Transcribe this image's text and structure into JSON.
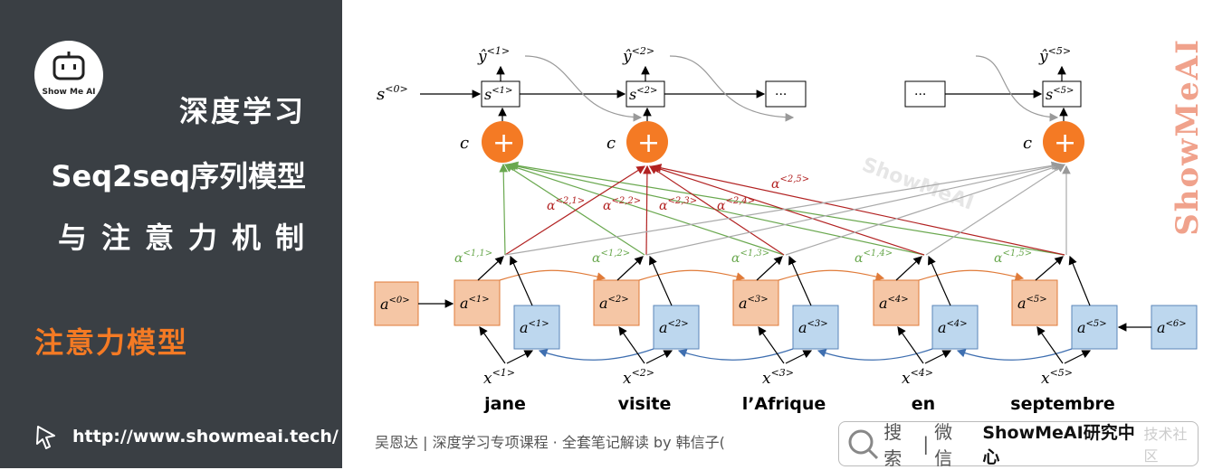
{
  "sidebar": {
    "logo_text": "Show Me AI",
    "title_line1": "深度学习",
    "title_line2": "Seq2seq序列模型",
    "title_line3": "与注意力机制",
    "section": "注意力模型",
    "url": "http://www.showmeai.tech/"
  },
  "footer": {
    "credit": "吴恩达 | 深度学习专项课程 · 全套笔记解读  by 韩信子(",
    "search_label": "搜索",
    "divider": "|",
    "wechat_label": "微信",
    "brand": "ShowMeAI研究中心",
    "faint_text": "技术社区"
  },
  "watermark": {
    "vertical": "ShowMeAI",
    "diagonal": "ShowMeAI"
  },
  "diagram": {
    "s0": "s",
    "s0_sup": "<0>",
    "s_nodes": [
      {
        "base": "s",
        "sup": "<1>"
      },
      {
        "base": "s",
        "sup": "<2>"
      },
      {
        "base": "s",
        "sup": "<5>"
      }
    ],
    "ellipsis": "···",
    "y_hats": [
      {
        "base": "ŷ",
        "sup": "<1>"
      },
      {
        "base": "ŷ",
        "sup": "<2>"
      },
      {
        "base": "ŷ",
        "sup": "<5>"
      }
    ],
    "context_label": "c",
    "plus_symbol": "+",
    "forward_acts": [
      "<1>",
      "<2>",
      "<3>",
      "<4>",
      "<5>"
    ],
    "backward_acts": [
      "<1>",
      "<2>",
      "<3>",
      "<4>",
      "<5>"
    ],
    "a0_sup": "<0>",
    "a6_sup": "<6>",
    "a_base": "a",
    "inputs": [
      {
        "base": "x",
        "sup": "<1>",
        "word": "jane"
      },
      {
        "base": "x",
        "sup": "<2>",
        "word": "visite"
      },
      {
        "base": "x",
        "sup": "<3>",
        "word": "l’Afrique"
      },
      {
        "base": "x",
        "sup": "<4>",
        "word": "en"
      },
      {
        "base": "x",
        "sup": "<5>",
        "word": "septembre"
      }
    ],
    "alpha_green": [
      "<1,1>",
      "<1,2>",
      "<1,3>",
      "<1,4>",
      "<1,5>"
    ],
    "alpha_red": [
      "<2,1>",
      "<2,2>",
      "<2,3>",
      "<2,4>",
      "<2,5>"
    ],
    "alpha_base": "α",
    "colors": {
      "orange_node": "#f5c6a5",
      "orange_border": "#e07b39",
      "blue_node": "#bdd7ee",
      "blue_border": "#5a86b8",
      "plus_circle": "#f47a24",
      "green": "#6aa84f",
      "red": "#b22222",
      "gray": "#aaaaaa"
    }
  }
}
